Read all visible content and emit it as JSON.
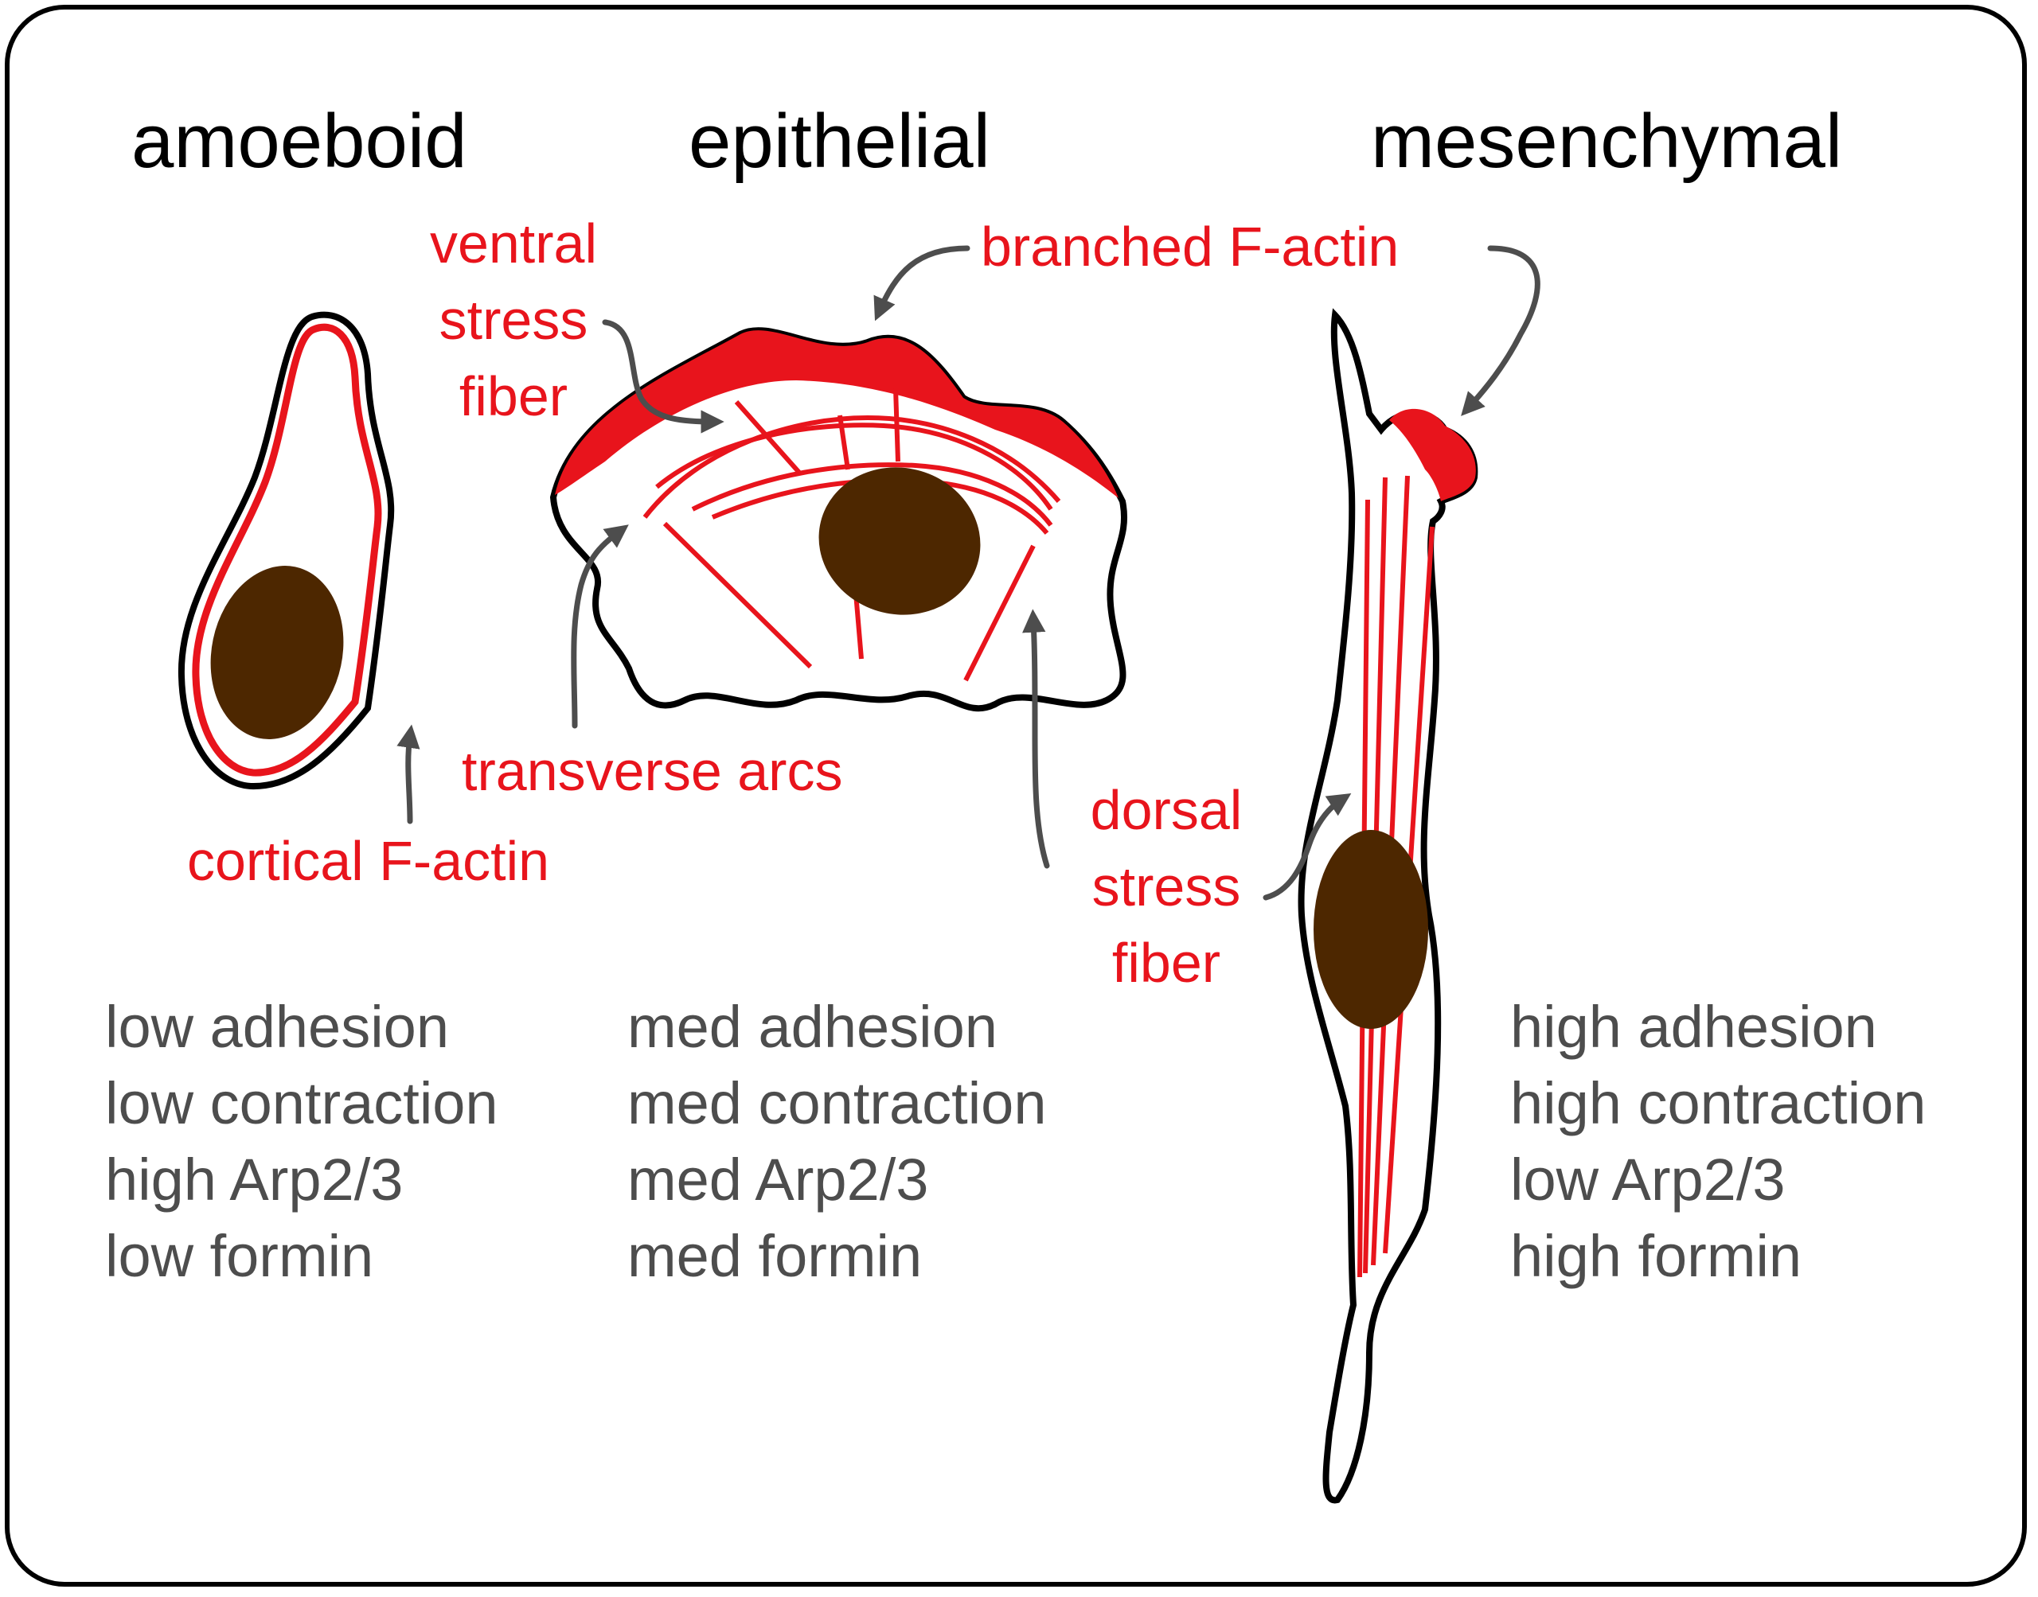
{
  "colors": {
    "actin": "#e8141c",
    "nucleus": "#4d2700",
    "outline": "#000000",
    "arrow": "#4d4d4d",
    "property_text": "#4d4d4d"
  },
  "titles": {
    "amoeboid": "amoeboid",
    "epithelial": "epithelial",
    "mesenchymal": "mesenchymal"
  },
  "labels": {
    "ventral_stress_fiber": [
      "ventral",
      "stress",
      "fiber"
    ],
    "branched_f_actin": "branched F-actin",
    "transverse_arcs": "transverse arcs",
    "cortical_f_actin": "cortical F-actin",
    "dorsal_stress_fiber": [
      "dorsal",
      "stress",
      "fiber"
    ]
  },
  "properties": {
    "amoeboid": [
      "low adhesion",
      "low contraction",
      "high Arp2/3",
      "low formin"
    ],
    "epithelial": [
      "med adhesion",
      "med contraction",
      "med Arp2/3",
      "med formin"
    ],
    "mesenchymal": [
      "high adhesion",
      "high contraction",
      "low Arp2/3",
      "high formin"
    ]
  }
}
